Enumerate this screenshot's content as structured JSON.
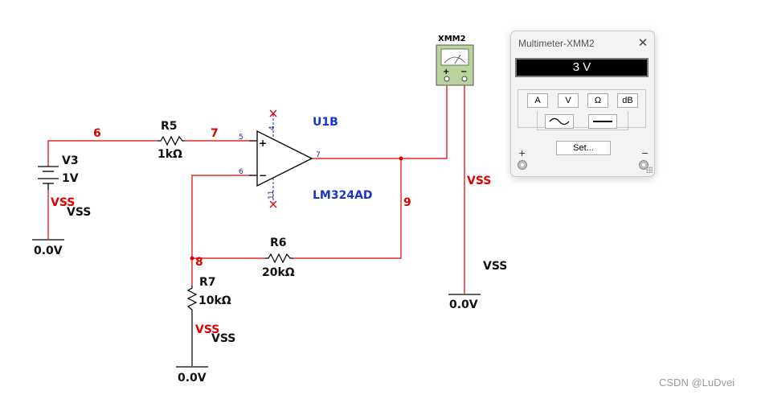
{
  "schematic": {
    "nets": {
      "n6": "6",
      "n7": "7",
      "n8": "8",
      "n9": "9"
    },
    "v3": {
      "name": "V3",
      "value": "1V"
    },
    "r5": {
      "name": "R5",
      "value": "1kΩ"
    },
    "r6": {
      "name": "R6",
      "value": "20kΩ"
    },
    "r7": {
      "name": "R7",
      "value": "10kΩ"
    },
    "opamp": {
      "name": "U1B",
      "part": "LM324AD",
      "pins": {
        "p4": "4",
        "p5": "5",
        "p6": "6",
        "p7": "7",
        "p11": "11"
      },
      "plus_sign": "+",
      "minus_sign": "−"
    },
    "meter": {
      "name": "XMM2",
      "plus": "+",
      "minus": "−"
    },
    "vss_label": "VSS",
    "ground_label": "0.0V"
  },
  "multimeter_window": {
    "title": "Multimeter-XMM2",
    "close_icon": "close-icon",
    "display": "3 V",
    "buttons": {
      "amp": "A",
      "volt": "V",
      "ohm": "Ω",
      "db": "dB"
    },
    "set_button": "Set...",
    "terminal_plus": "+",
    "terminal_minus": "−",
    "icons": {
      "ac": "ac-wave-icon",
      "dc": "dc-line-icon"
    }
  },
  "watermark": "CSDN @LuDvei",
  "colors": {
    "wire": "#dd0000",
    "component": "#000000",
    "opamp_text": "#1a33cc",
    "net_label": "#dd0000",
    "meter_body": "#b8d49c"
  }
}
